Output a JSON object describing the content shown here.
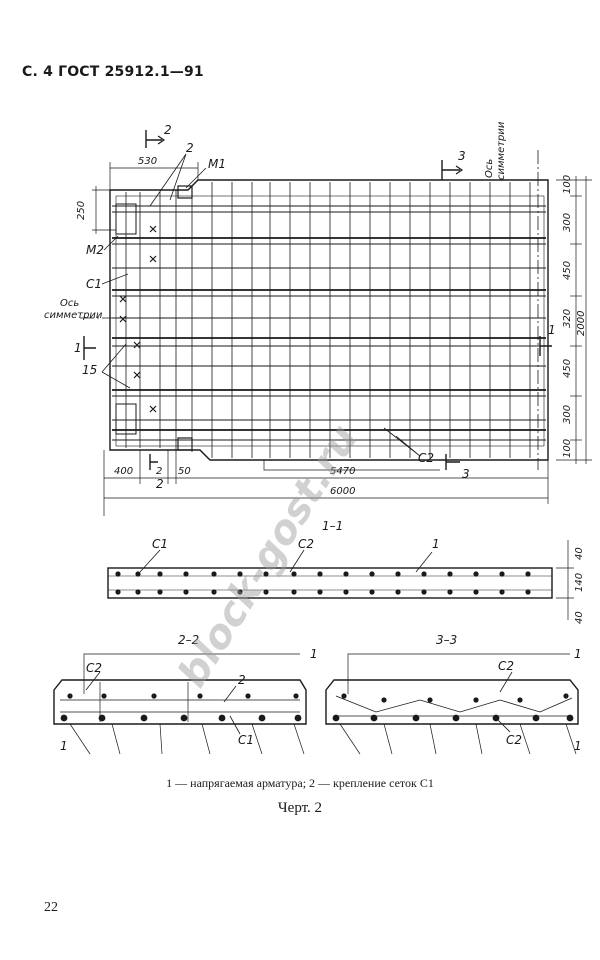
{
  "header": {
    "text": "С. 4 ГОСТ 25912.1—91"
  },
  "plan": {
    "dims": {
      "d530": "530",
      "d250": "250",
      "d400": "400",
      "d2": "2",
      "d50": "50",
      "d5470": "5470",
      "d6000": "6000",
      "v100a": "100",
      "v300a": "300",
      "v450a": "450",
      "v320": "320",
      "v2000": "2000",
      "v450b": "450",
      "v300b": "300",
      "v100b": "100"
    },
    "labels": {
      "m1": "М1",
      "m2": "М2",
      "c1": "С1",
      "c2": "С2",
      "num2": "2",
      "num15": "15",
      "num1": "1",
      "sec2": "2",
      "sec3": "3",
      "sec1": "1",
      "sec2b": "2",
      "sec3b": "3",
      "axis_left_1": "Ось",
      "axis_left_2": "симметрии",
      "axis_top_1": "Ось",
      "axis_top_2": "симметрии"
    }
  },
  "section_1": {
    "title": "1–1",
    "labels": {
      "c1": "С1",
      "c2": "С2",
      "num1": "1"
    },
    "dims": {
      "d40a": "40",
      "d140": "140",
      "d40b": "40"
    }
  },
  "section_2": {
    "title": "2–2",
    "labels": {
      "c2": "С2",
      "c1": "С1",
      "num2": "2",
      "num1a": "1",
      "num1b": "1"
    }
  },
  "section_3": {
    "title": "3–3",
    "labels": {
      "c2a": "С2",
      "c2b": "С2",
      "num1a": "1",
      "num1b": "1"
    }
  },
  "legend": {
    "text": "1 — напрягаемая арматура; 2 — крепление сеток С1"
  },
  "caption": {
    "text": "Черт. 2"
  },
  "watermark": {
    "text": "block-gost.ru"
  },
  "page_number": "22",
  "colors": {
    "ink": "#1a1a1a",
    "watermark": "#9a9a9a",
    "paper": "#ffffff"
  }
}
